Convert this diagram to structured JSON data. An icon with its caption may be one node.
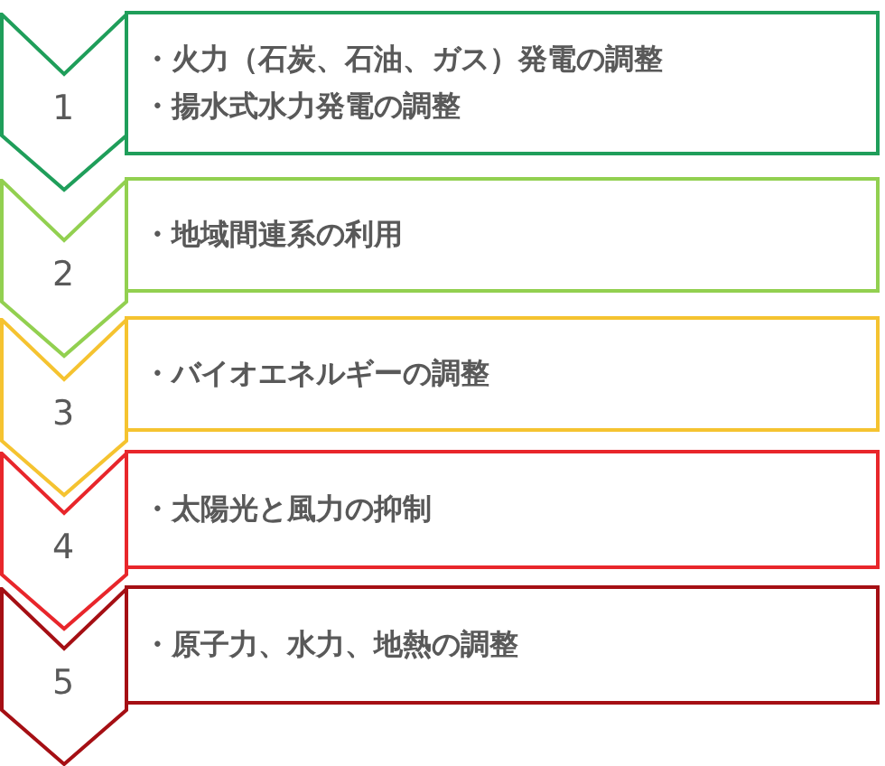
{
  "diagram": {
    "nodes": [
      {
        "text": [
          "1"
        ]
      },
      {
        "text": [
          "・火力（石炭、石油、ガス）発電の調整",
          "・揚水式水力発電の調整"
        ]
      },
      {
        "text": [
          "2"
        ]
      },
      {
        "text": [
          "・地域間連系の利用"
        ]
      },
      {
        "text": [
          "3"
        ]
      },
      {
        "text": [
          "・バイオエネルギーの調整"
        ]
      },
      {
        "text": [
          "4"
        ]
      },
      {
        "text": [
          "・太陽光と風力の抑制"
        ]
      },
      {
        "text": [
          "5"
        ]
      },
      {
        "text": [
          "・原子力、水力、地熱の調整"
        ]
      }
    ]
  }
}
